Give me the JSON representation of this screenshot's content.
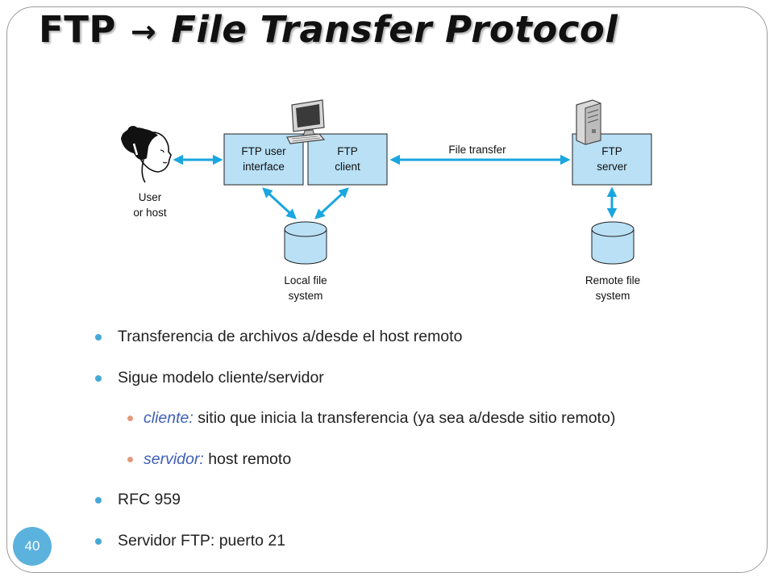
{
  "slide": {
    "title_left": "FTP",
    "title_arrow": "→",
    "title_right": "File Transfer Protocol",
    "page_number": "40"
  },
  "diagram": {
    "user_label_1": "User",
    "user_label_2": "or host",
    "ui_box_1": "FTP user",
    "ui_box_2": "interface",
    "client_box_1": "FTP",
    "client_box_2": "client",
    "transfer_label": "File transfer",
    "server_box_1": "FTP",
    "server_box_2": "server",
    "local_fs_1": "Local file",
    "local_fs_2": "system",
    "remote_fs_1": "Remote file",
    "remote_fs_2": "system",
    "box_fill": "#b9e0f5",
    "arrow_color": "#1aa6df",
    "icons": [
      "person-icon",
      "computer-icon",
      "server-icon",
      "database-icon"
    ]
  },
  "bullets": [
    {
      "text": "Transferencia de archivos a/desde el host remoto"
    },
    {
      "text": "Sigue modelo cliente/servidor"
    },
    {
      "term": "cliente:",
      "text": " sitio que inicia la transferencia (ya sea a/desde sitio remoto)"
    },
    {
      "term": "servidor:",
      "text": " host remoto"
    },
    {
      "text": "RFC 959"
    },
    {
      "text": "Servidor FTP: puerto 21"
    }
  ]
}
